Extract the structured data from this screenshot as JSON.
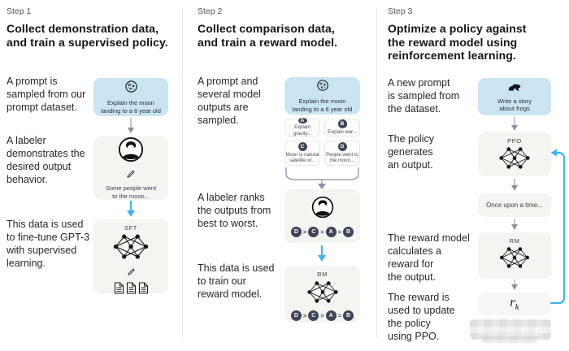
{
  "colors": {
    "prompt_box_blue": "#cbe4f1",
    "panel_gray": "#f4f4f1",
    "navy_circle": "#3d4557",
    "cyan_arrow": "#38b6f2",
    "gray_arrow": "#8d8fa3",
    "heading_text": "#141418",
    "body_text": "#27272e"
  },
  "steps": [
    {
      "label": "Step 1",
      "heading": "Collect demonstration data,\nand train a supervised policy.",
      "p1": "A prompt is\nsampled from our\nprompt dataset.",
      "p2": "A labeler\ndemonstrates the\ndesired output\nbehavior.",
      "p3": "This data is used\nto fine-tune GPT-3\nwith supervised\nlearning.",
      "prompt_box_text": "Explain the moon\nlanding to a 6 year old",
      "labeler_box_text": "Some people went\nto the moon...",
      "model_box_label": "SFT"
    },
    {
      "label": "Step 2",
      "heading": "Collect comparison data,\nand train a reward model.",
      "p1": "A prompt and\nseveral model\noutputs are\nsampled.",
      "p2": "A labeler ranks\nthe outputs from\nbest to worst.",
      "p3": "This data is used\nto train our\nreward model.",
      "prompt_box_text": "Explain the moon\nlanding to a 6 year old",
      "outputs": [
        {
          "letter": "A",
          "text": "Explain gravity..."
        },
        {
          "letter": "B",
          "text": "Explain war..."
        },
        {
          "letter": "C",
          "text": "Moon is natural\nsatellite of..."
        },
        {
          "letter": "D",
          "text": "People went to\nthe moon..."
        }
      ],
      "ranking": {
        "l1": "D",
        "op1": ">",
        "l2": "C",
        "op2": ">",
        "l3": "A",
        "op3": "=",
        "l4": "B"
      },
      "model_box_label": "RM"
    },
    {
      "label": "Step 3",
      "heading": "Optimize a policy against\nthe reward model using\nreinforcement learning.",
      "p1": "A new prompt\nis sampled from\nthe dataset.",
      "p2": "The policy\ngenerates\nan output.",
      "p3": "The reward model\ncalculates a\nreward for\nthe output.",
      "p4": "The reward is\nused to update\nthe policy\nusing PPO.",
      "prompt_box_text": "Write a story\nabout frogs",
      "ppo_label": "PPO",
      "output_box_text": "Once upon a time...",
      "rm_label": "RM",
      "reward_base": "r",
      "reward_sub": "k"
    }
  ]
}
